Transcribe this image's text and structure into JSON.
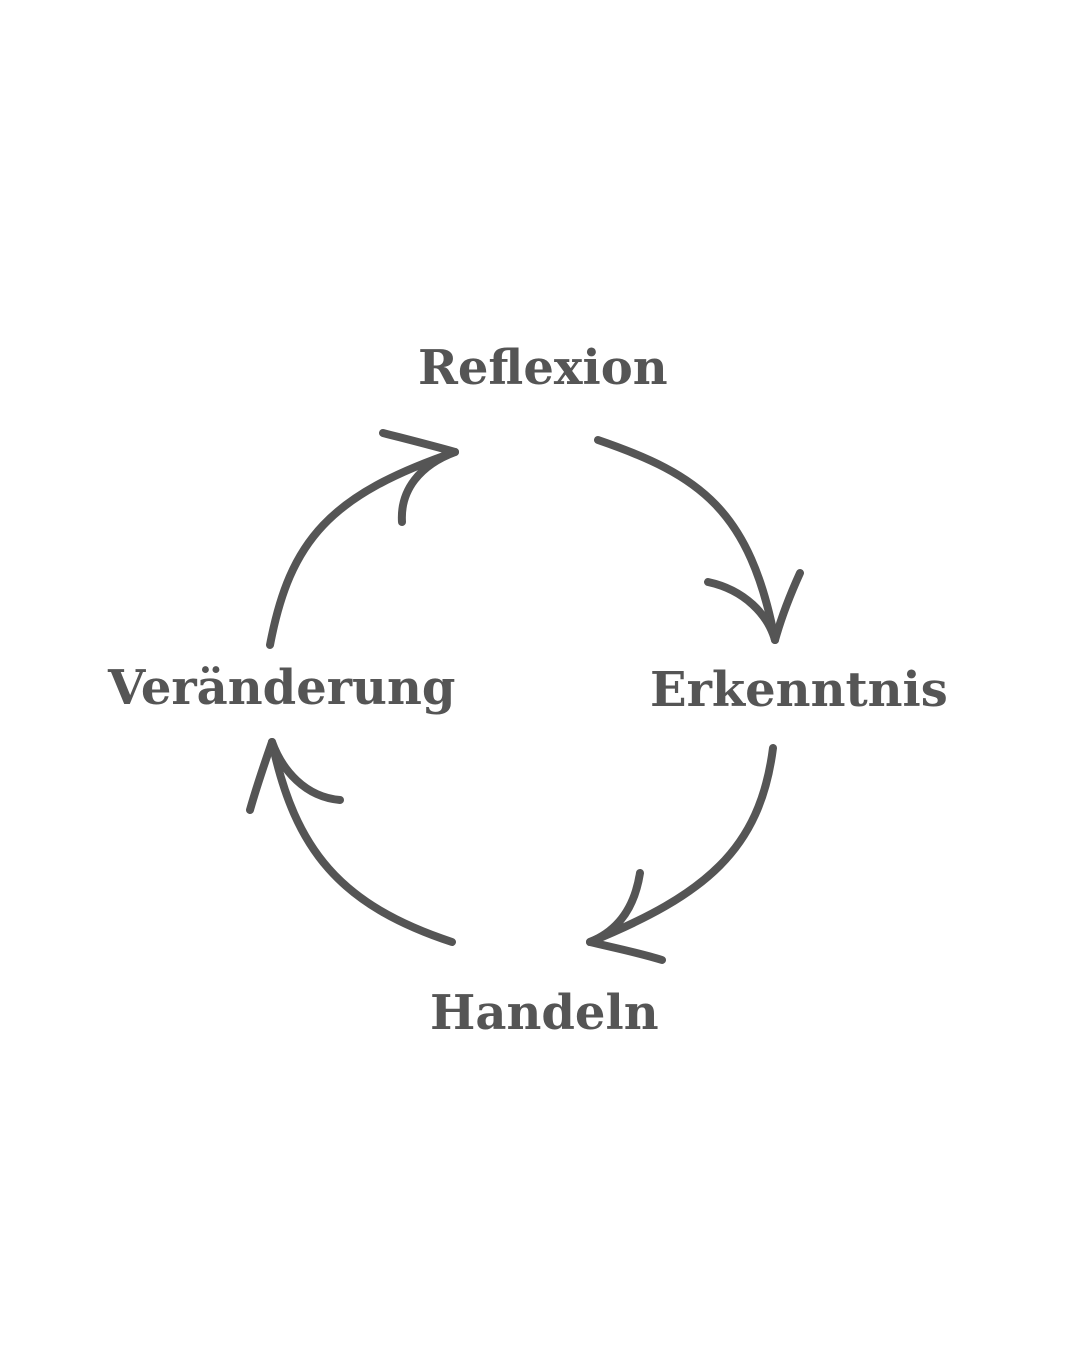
{
  "cycle": {
    "steps": [
      "Reflexion",
      "Erkenntnis",
      "Handeln",
      "Veränderung"
    ]
  },
  "colors": {
    "text": "#555555",
    "arrow": "#555555",
    "background": "#ffffff"
  }
}
